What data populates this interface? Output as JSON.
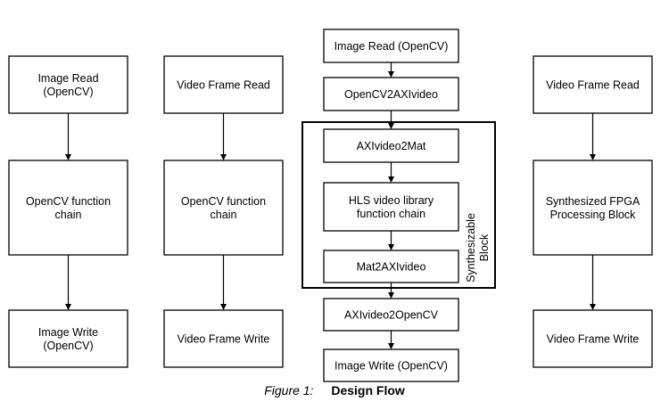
{
  "columns": [
    {
      "boxes": [
        {
          "lines": [
            "Image Read",
            "(OpenCV)"
          ]
        },
        {
          "lines": [
            "OpenCV function",
            "chain"
          ]
        },
        {
          "lines": [
            "Image Write",
            "(OpenCV)"
          ]
        }
      ]
    },
    {
      "boxes": [
        {
          "lines": [
            "Video Frame Read"
          ]
        },
        {
          "lines": [
            "OpenCV function",
            "chain"
          ]
        },
        {
          "lines": [
            "Video Frame Write"
          ]
        }
      ]
    },
    {
      "boxes": [
        {
          "lines": [
            "Image Read (OpenCV)"
          ]
        },
        {
          "lines": [
            "OpenCV2AXIvideo"
          ]
        },
        {
          "lines": [
            "AXIvideo2Mat"
          ]
        },
        {
          "lines": [
            "HLS video library",
            "function chain"
          ]
        },
        {
          "lines": [
            "Mat2AXIvideo"
          ]
        },
        {
          "lines": [
            "AXIvideo2OpenCV"
          ]
        },
        {
          "lines": [
            "Image Write (OpenCV)"
          ]
        }
      ],
      "group": {
        "lines": [
          "Synthesizable",
          "Block"
        ]
      }
    },
    {
      "boxes": [
        {
          "lines": [
            "Video Frame Read"
          ]
        },
        {
          "lines": [
            "Synthesized FPGA",
            "Processing Block"
          ]
        },
        {
          "lines": [
            "Video Frame Write"
          ]
        }
      ]
    }
  ],
  "caption": {
    "figure": "Figure 1:",
    "title": "Design Flow"
  }
}
